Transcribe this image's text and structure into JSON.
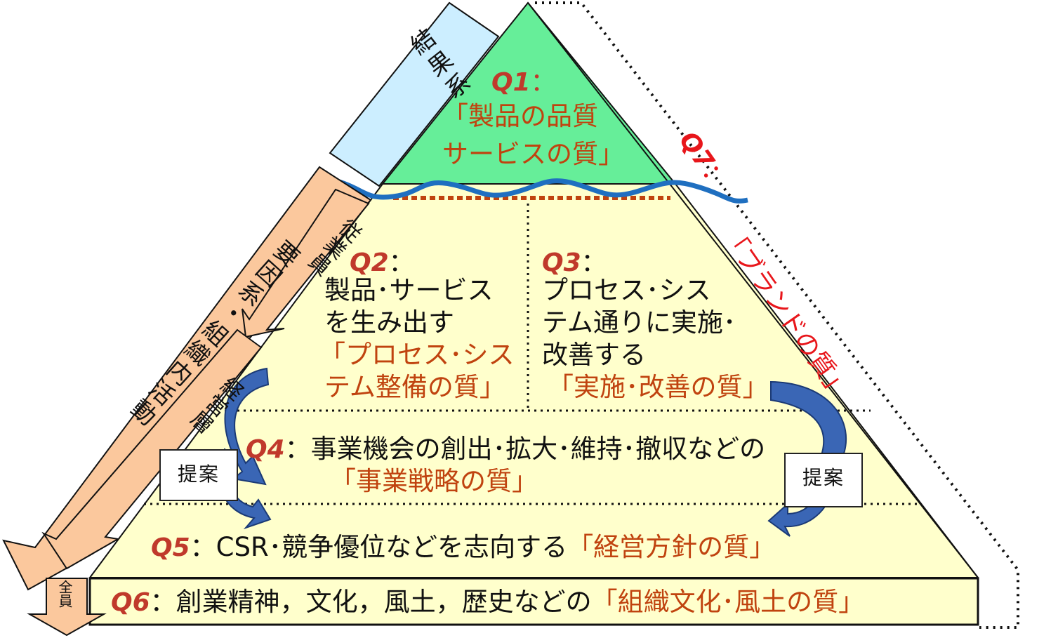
{
  "diagram": {
    "levels": {
      "q1": {
        "tag": "Q1",
        "sep": "：",
        "line1": "「製品の品質",
        "line2": "サービスの質」"
      },
      "q2": {
        "tag": "Q2",
        "sep": "：",
        "line1": "製品･サービス",
        "line2": "を生み出す",
        "line3": "「プロセス･シス",
        "line4": "テム整備の質」"
      },
      "q3": {
        "tag": "Q3",
        "sep": "：",
        "line1": "プロセス･シス",
        "line2": "テム通りに実施･",
        "line3": "改善する",
        "line4": "「実施･改善の質」"
      },
      "q4": {
        "tag": "Q4",
        "text": "：事業機会の創出･拡大･維持･撤収などの",
        "quality": "「事業戦略の質」"
      },
      "q5": {
        "tag": "Q5",
        "text": "：CSR･競争優位などを志向する",
        "quality": "「経営方針の質」"
      },
      "q6": {
        "tag": "Q6",
        "text": "：創業精神，文化，風土，歴史などの",
        "quality": "「組織文化･風土の質」"
      },
      "q7": {
        "tag": "Q7",
        "sep": "：",
        "quality": "「ブランドの質」"
      }
    },
    "side_labels": {
      "results": "結果系",
      "factors": "要因系・組織内活動",
      "employees": "従業員",
      "management": "経営層",
      "all": "全員"
    },
    "proposal_left": "提案",
    "proposal_right": "提案",
    "colors": {
      "top_green": "#66ee99",
      "body_yellow": "#ffffcc",
      "results_blue": "#cceeff",
      "arrow_orange": "#fbc89d",
      "curved_arrow_blue": "#3a66b5",
      "wave_blue": "#1f6fc0",
      "quality_text": "#c0430f",
      "q7_red": "#e8161b"
    }
  }
}
